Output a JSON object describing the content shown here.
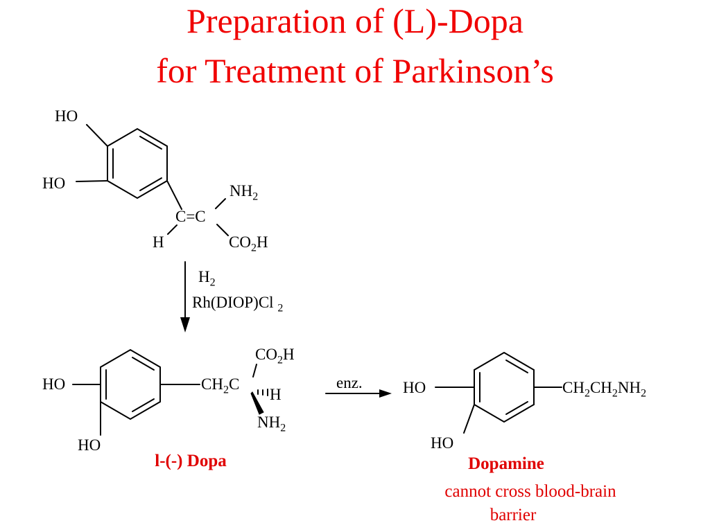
{
  "title": {
    "line1": "Preparation of (L)-Dopa",
    "line2": "for Treatment of Parkinson’s",
    "color": "#ff0000"
  },
  "reactant": {
    "ho_top": "HO",
    "ho_bottom": "HO",
    "nh2": "NH2",
    "c_eq_c": "C=C",
    "h": "H",
    "co2h": "CO2H"
  },
  "reagents": {
    "h2": "H2",
    "catalyst": "Rh(DIOP)Cl 2"
  },
  "l_dopa": {
    "ho_left": "HO",
    "ho_bottom": "HO",
    "ch2c": "CH2C",
    "co2h": "CO2H",
    "h": "H",
    "nh2": "NH2",
    "name": "l-(-) Dopa"
  },
  "enzyme_arrow": {
    "label": "enz."
  },
  "dopamine": {
    "ho_left": "HO",
    "ho_bottom": "HO",
    "side_chain": "CH2CH2NH2",
    "name": "Dopamine",
    "note_line1": "cannot cross blood-brain",
    "note_line2": "barrier"
  },
  "colors": {
    "accent_red": "#e00000",
    "ink": "#000000",
    "background": "#ffffff"
  }
}
